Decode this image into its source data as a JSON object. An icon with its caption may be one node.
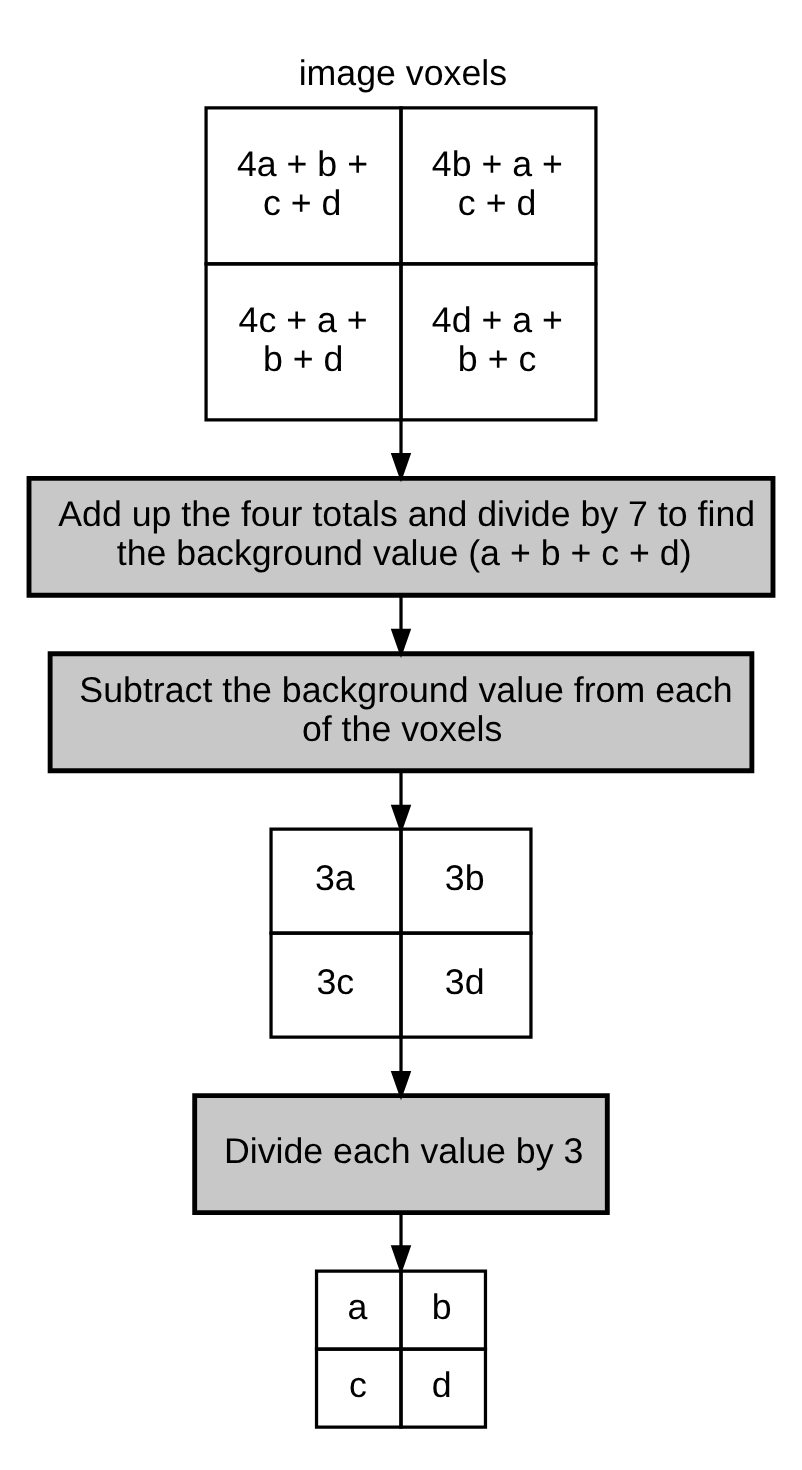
{
  "diagram": {
    "nodes": [
      {
        "text": [
          "image voxels",
          "4a + b + c + d",
          "4b + a + c + d",
          "4c + a + b + d",
          "4d + a + b + c"
        ]
      },
      {
        "text": [
          "Add up the four totals and divide by 7 to find the background value (a + b + c + d)"
        ]
      },
      {
        "text": [
          "Subtract the background value from each of the voxels"
        ]
      },
      {
        "text": [
          "3a",
          "3b",
          "3c",
          "3d"
        ]
      },
      {
        "text": [
          "Divide each value by 3"
        ]
      },
      {
        "text": [
          "a",
          "b",
          "c",
          "d"
        ]
      }
    ],
    "edges": [
      {
        "from": 0,
        "to": 1,
        "arrow": "to"
      },
      {
        "from": 1,
        "to": 2,
        "arrow": "to"
      },
      {
        "from": 2,
        "to": 3,
        "arrow": "to"
      },
      {
        "from": 3,
        "to": 4,
        "arrow": "to"
      },
      {
        "from": 4,
        "to": 5,
        "arrow": "to"
      }
    ]
  }
}
